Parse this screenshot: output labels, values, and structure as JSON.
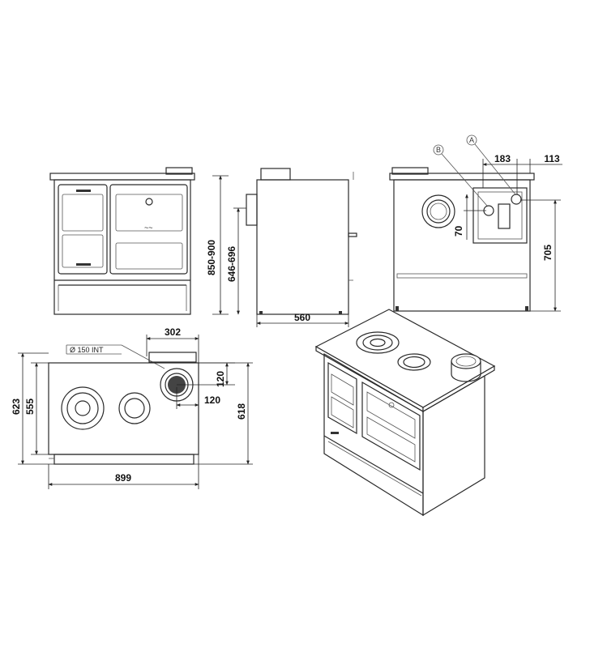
{
  "dimensions": {
    "front_height_range": "850-900",
    "side_outlet_height_range": "646-696",
    "side_depth": "560",
    "rear_offset_a": "183",
    "rear_offset_b": "113",
    "rear_height": "705",
    "rear_small": "70",
    "top_width": "899",
    "top_outlet_offset": "302",
    "top_outlet_vertical": "120",
    "top_outlet_horizontal": "120",
    "top_depth_total": "623",
    "top_depth_body": "555",
    "top_depth_right": "618",
    "flue_label": "Ø 150 INT"
  },
  "markers": {
    "a": "A",
    "b": "B"
  }
}
